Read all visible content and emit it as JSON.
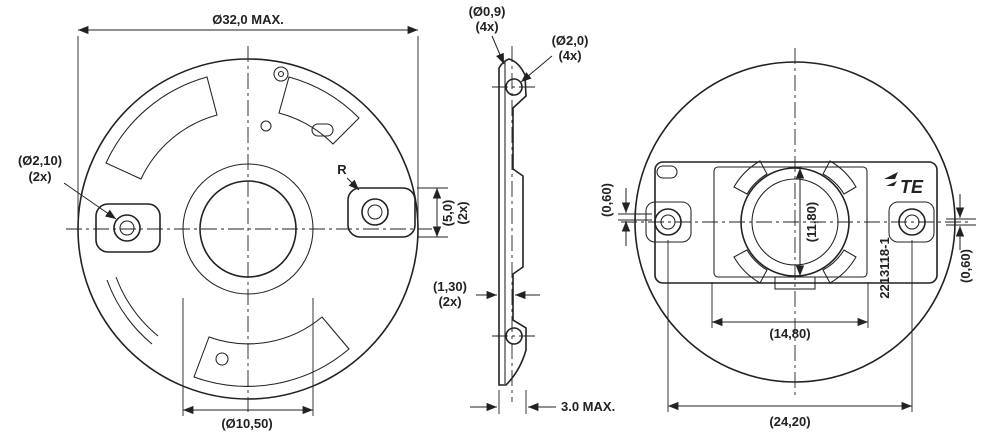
{
  "front_view": {
    "dim_outer_diameter": "Ø32,0 MAX.",
    "dim_ear_hole": "(Ø2,10)",
    "dim_ear_hole_qty": "(2x)",
    "dim_ear_width": "(5,0)",
    "dim_ear_width_qty": "(2x)",
    "radius_label": "R",
    "dim_center_bore": "(Ø10,50)"
  },
  "side_view": {
    "dim_small_hole": "(Ø0,9)",
    "dim_small_hole_qty": "(4x)",
    "dim_large_hole": "(Ø2,0)",
    "dim_large_hole_qty": "(4x)",
    "dim_flange": "(1,30)",
    "dim_flange_qty": "(2x)",
    "dim_thickness": "3.0 MAX."
  },
  "rear_view": {
    "dim_offset_left": "(0,60)",
    "dim_offset_right": "(0,60)",
    "dim_window_height": "(11,80)",
    "dim_window_width": "(14,80)",
    "dim_hole_spacing": "(24,20)",
    "brand": "TE",
    "part_number": "2213118-1"
  },
  "colors": {
    "line": "#222222",
    "background": "#ffffff"
  }
}
